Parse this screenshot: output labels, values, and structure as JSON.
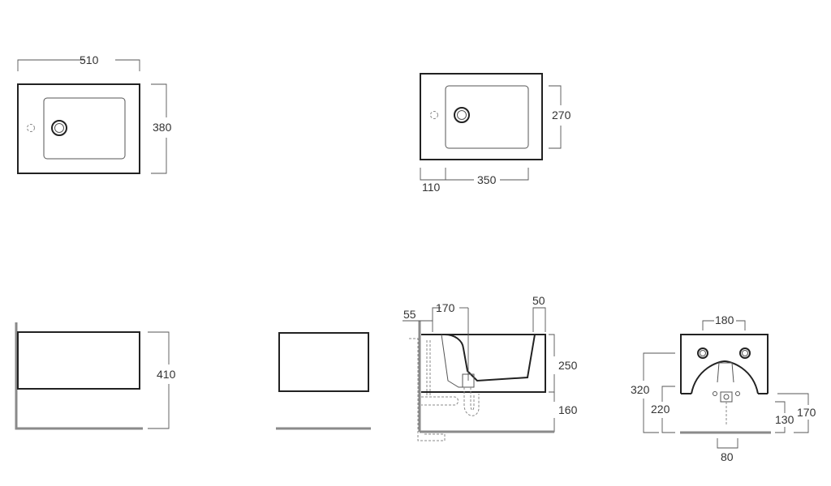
{
  "views": {
    "top": {
      "width": "510",
      "depth": "380"
    },
    "top_basin": {
      "basin_depth": "270",
      "offset": "110",
      "basin_width": "350"
    },
    "front": {
      "height": "410"
    },
    "side_section": {
      "wall_offset": "55",
      "drain_pos": "170",
      "rim": "50",
      "basin_height": "250",
      "trap_height": "160"
    },
    "rear": {
      "tap_spacing": "180",
      "fixing_height": "320",
      "drain_height": "220",
      "outlet_height": "130",
      "inlet_height": "170",
      "outlet_width": "80"
    }
  },
  "colors": {
    "outline": "#222222",
    "dimension": "#555555",
    "floor": "#8a8a8a"
  }
}
